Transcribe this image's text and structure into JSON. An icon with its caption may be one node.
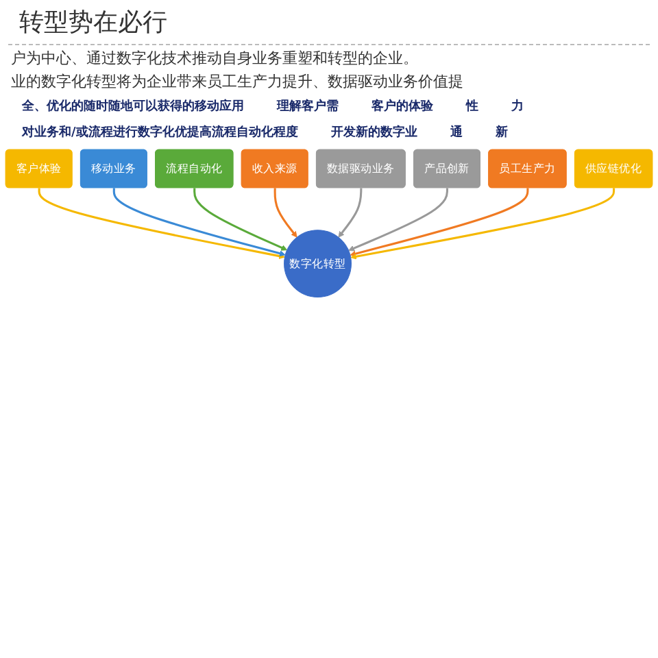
{
  "diagram": {
    "title": "转型势在必行",
    "nodes": [
      {
        "text": [
          "数字化转型"
        ]
      },
      {
        "text": [
          "客户体验"
        ]
      },
      {
        "text": [
          "移动业务"
        ]
      },
      {
        "text": [
          "流程自动化"
        ]
      },
      {
        "text": [
          "收入来源"
        ]
      },
      {
        "text": [
          "数据驱动业务"
        ]
      },
      {
        "text": [
          "产品创新"
        ]
      },
      {
        "text": [
          "员工生产力"
        ]
      },
      {
        "text": [
          "供应链优化"
        ]
      }
    ],
    "edges": [
      {
        "from": 1,
        "to": 0,
        "arrow": "to",
        "color": "#f5b800"
      },
      {
        "from": 2,
        "to": 0,
        "arrow": "to",
        "color": "#3a8ad6"
      },
      {
        "from": 3,
        "to": 0,
        "arrow": "to",
        "color": "#5aaa3a"
      },
      {
        "from": 4,
        "to": 0,
        "arrow": "to",
        "color": "#f07a22"
      },
      {
        "from": 5,
        "to": 0,
        "arrow": "to",
        "color": "#999999"
      },
      {
        "from": 6,
        "to": 0,
        "arrow": "to",
        "color": "#999999"
      },
      {
        "from": 7,
        "to": 0,
        "arrow": "to",
        "color": "#f07a22"
      },
      {
        "from": 8,
        "to": 0,
        "arrow": "to",
        "color": "#f5b800"
      }
    ],
    "labels": [
      "户为中心、通过数字化技术推动自身业务重塑和转型的企业。",
      "业的数字化转型将为企业带来员工生产力提升、数据驱动业务价值提",
      "全、优化的随时随地可以获得的移动应用",
      "理解客户需",
      "客户的体验",
      "性",
      "力",
      "对业务和/或流程进行数字化优提高流程自动化程度",
      "开发新的数字业",
      "通",
      "新"
    ]
  }
}
